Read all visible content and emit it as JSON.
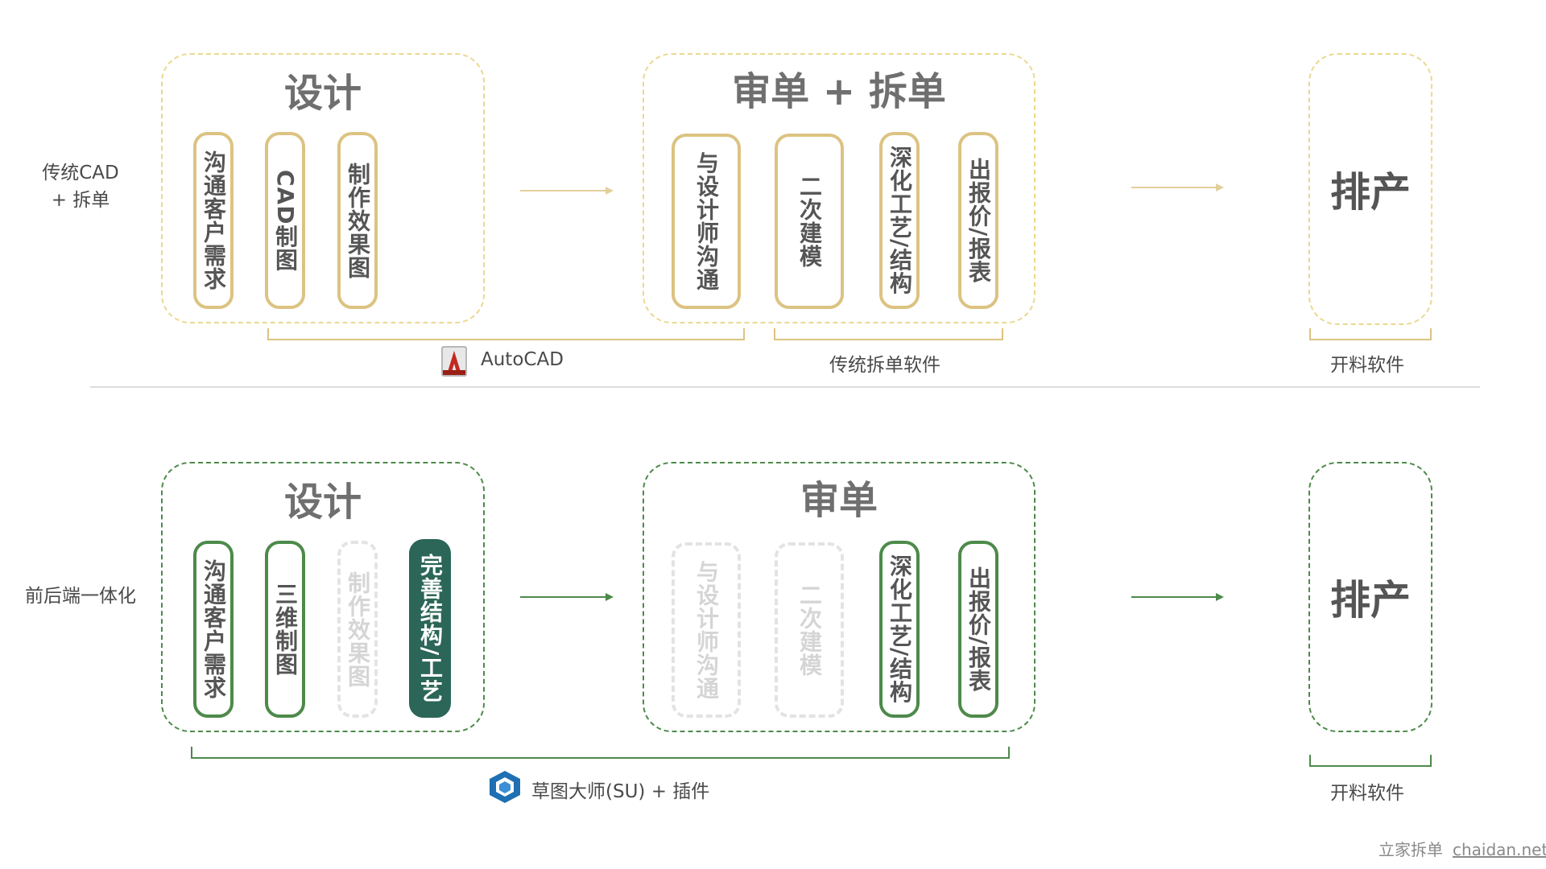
{
  "traditional": {
    "row_label_1": "传统CAD",
    "row_label_2": "+ 拆单",
    "design": {
      "title": "设计",
      "steps": [
        "沟通客户需求",
        "CAD制图",
        "制作效果图"
      ]
    },
    "review": {
      "title": "审单 + 拆单",
      "steps": [
        "与设计师沟通",
        "二次建模",
        "深化工艺/结构",
        "出报价/报表"
      ]
    },
    "production": {
      "title": "排产"
    },
    "tools": {
      "autocad": "AutoCAD",
      "split_software": "传统拆单软件",
      "cutting_software": "开料软件"
    },
    "colors": {
      "accent": "#dcc382",
      "dashed": "#ebd98f",
      "arrow": "#e3cf9b"
    }
  },
  "integrated": {
    "row_label": "前后端一体化",
    "design": {
      "title": "设计",
      "steps": [
        "沟通客户需求",
        "三维制图",
        "制作效果图",
        "完善结构/工艺"
      ]
    },
    "review": {
      "title": "审单",
      "steps": [
        "与设计师沟通",
        "二次建模",
        "深化工艺/结构",
        "出报价/报表"
      ]
    },
    "production": {
      "title": "排产"
    },
    "tools": {
      "sketchup": "草图大师(SU) + 插件",
      "cutting_software": "开料软件"
    },
    "colors": {
      "accent": "#4d8a4a",
      "highlight": "#2b6658",
      "disabled": "#e3e3e3"
    }
  },
  "icons": {
    "autocad": "autocad-logo-icon",
    "sketchup": "sketchup-logo-icon"
  },
  "footer": {
    "brand": "立家拆单",
    "site": "chaidan.net"
  }
}
